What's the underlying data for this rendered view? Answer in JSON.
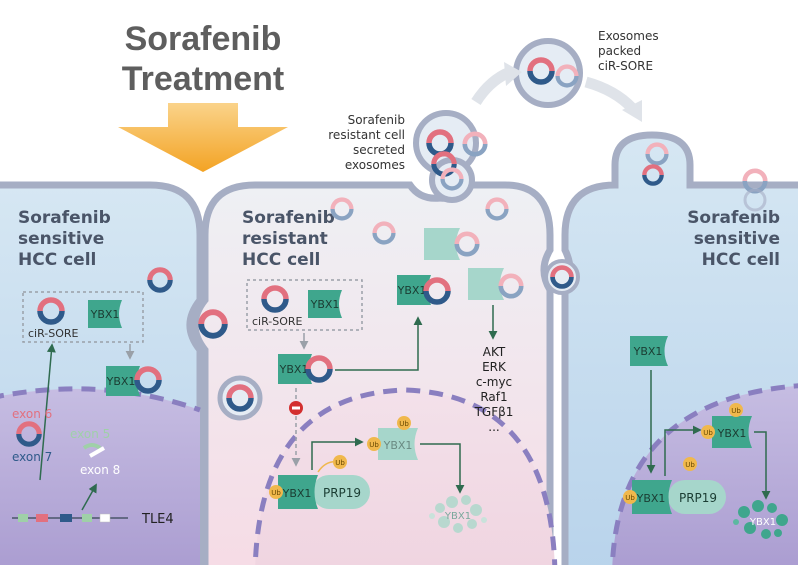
{
  "title": {
    "line1": "Sorafenib",
    "line2": "Treatment"
  },
  "left_cell": {
    "label": [
      "Sorafenib",
      "sensitive",
      "HCC cell"
    ]
  },
  "middle_cell": {
    "label": [
      "Sorafenib",
      "resistant",
      "HCC cell"
    ]
  },
  "right_cell": {
    "label": [
      "Sorafenib",
      "sensitive",
      "HCC cell"
    ]
  },
  "secreted_label": [
    "Sorafenib",
    "resistant cell",
    "secreted",
    "exosomes"
  ],
  "exosome_label": [
    "Exosomes",
    "packed",
    "ciR-SORE"
  ],
  "labels": {
    "ybx1": "YBX1",
    "cirsore": "ciR-SORE",
    "exon6": "exon 6",
    "exon7": "exon 7",
    "exon5": "exon 5",
    "exon8": "exon 8",
    "tle4": "TLE4",
    "prp19": "PRP19",
    "ub": "Ub"
  },
  "pathways": [
    "AKT",
    "ERK",
    "c-myc",
    "Raf1",
    "TGFβ1",
    "..."
  ],
  "colors": {
    "ybx1": "#3fa68d",
    "ybx1_faded": "#9fd0c4",
    "circ_pink": "#e2707f",
    "circ_navy": "#2f5a8a",
    "ub": "#f0b84c",
    "arrow": "#f6b53a",
    "cell_fill": "#c5dff0",
    "nucleus": "#b6a8d6",
    "membrane": "#a6aec4"
  }
}
